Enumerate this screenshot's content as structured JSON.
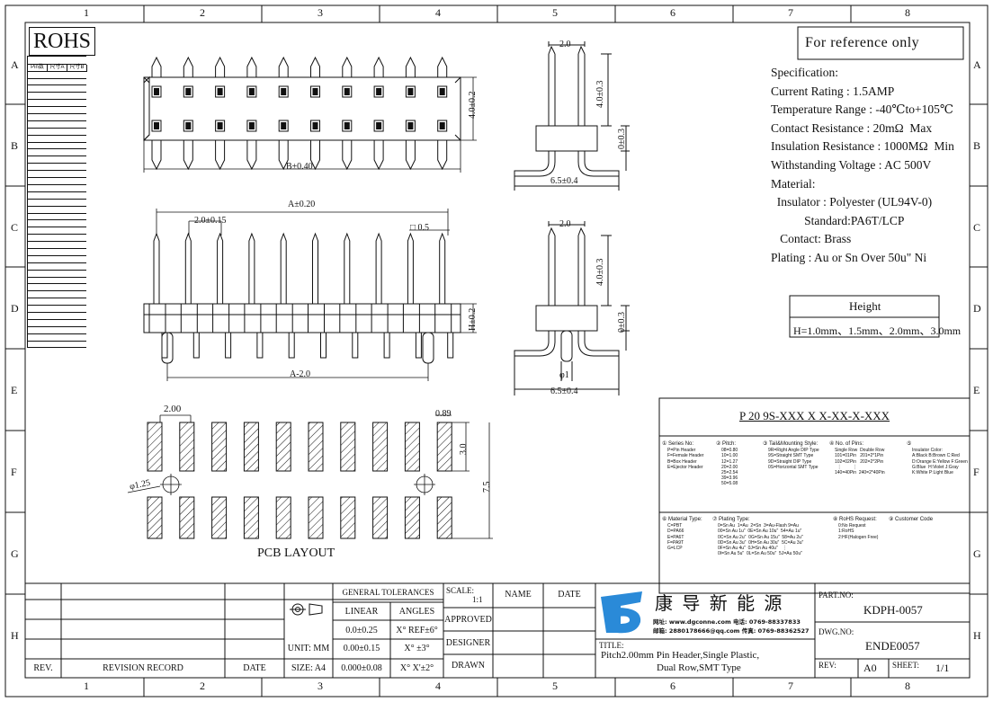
{
  "frame": {
    "col_labels": [
      "1",
      "2",
      "3",
      "4",
      "5",
      "6",
      "7",
      "8"
    ],
    "row_labels": [
      "A",
      "B",
      "C",
      "D",
      "E",
      "F",
      "G",
      "H"
    ]
  },
  "rohs": "ROHS",
  "reference_note": "For reference only",
  "pin_table": {
    "headers": [
      "Pin数",
      "尺寸A",
      "尺寸B"
    ],
    "rows": [
      [
        "2×1",
        "-",
        "2.0"
      ],
      [
        "2×2",
        "2.0",
        "4.0"
      ],
      [
        "2×3",
        "4.0",
        "6.0"
      ],
      [
        "2×4",
        "6.0",
        "8.0"
      ],
      [
        "2×5",
        "8.0",
        "10.0"
      ],
      [
        "2×6",
        "10.0",
        "12.0"
      ],
      [
        "2×7",
        "12.0",
        "14.0"
      ],
      [
        "2×8",
        "14.0",
        "16.0"
      ],
      [
        "2×9",
        "16.0",
        "18.0"
      ],
      [
        "2×10",
        "18.0",
        "20.0"
      ],
      [
        "2×11",
        "20.0",
        "22.0"
      ],
      [
        "2×12",
        "22.0",
        "24.0"
      ],
      [
        "2×13",
        "24.0",
        "26.0"
      ],
      [
        "2×14",
        "26.0",
        "28.0"
      ],
      [
        "2×15",
        "28.0",
        "30.0"
      ],
      [
        "2×16",
        "30.0",
        "32.0"
      ],
      [
        "2×17",
        "32.0",
        "34.0"
      ],
      [
        "2×18",
        "34.0",
        "36.0"
      ],
      [
        "2×19",
        "36.0",
        "38.0"
      ],
      [
        "2×20",
        "38.0",
        "40.0"
      ],
      [
        "2×21",
        "40.0",
        "42.0"
      ],
      [
        "2×22",
        "42.0",
        "44.0"
      ],
      [
        "2×23",
        "44.0",
        "46.0"
      ],
      [
        "2×24",
        "46.0",
        "48.0"
      ],
      [
        "2×25",
        "48.0",
        "50.0"
      ],
      [
        "2×26",
        "50.0",
        "52.0"
      ],
      [
        "2×27",
        "52.0",
        "54.0"
      ],
      [
        "2×28",
        "54.0",
        "56.0"
      ],
      [
        "2×29",
        "56.0",
        "58.0"
      ],
      [
        "2×30",
        "58.0",
        "60.0"
      ],
      [
        "2×31",
        "60.0",
        "62.0"
      ],
      [
        "2×32",
        "62.0",
        "64.0"
      ],
      [
        "2×33",
        "64.0",
        "66.0"
      ],
      [
        "2×34",
        "66.0",
        "68.0"
      ],
      [
        "2×35",
        "68.0",
        "70.0"
      ],
      [
        "2×36",
        "70.0",
        "72.0"
      ],
      [
        "2×37",
        "72.0",
        "74.0"
      ],
      [
        "2×38",
        "74.0",
        "76.0"
      ],
      [
        "2×39",
        "76.0",
        "78.0"
      ],
      [
        "2×40",
        "78.0",
        "80.0"
      ]
    ]
  },
  "spec": {
    "lines": [
      "Specification:",
      "Current Rating : 1.5AMP",
      "Temperature Range : -40℃to+105℃",
      "Contact Resistance : 20mΩ  Max",
      "Insulation Resistance : 1000MΩ  Min",
      "Withstanding Voltage : AC 500V",
      "Material:",
      "  Insulator : Polyester (UL94V-0)",
      "           Standard:PA6T/LCP",
      "   Contact: Brass",
      "Plating : Au or Sn Over 50u\" Ni"
    ]
  },
  "height_box": {
    "title": "Height",
    "values": "H=1.0mm、1.5mm、2.0mm、3.0mm"
  },
  "dims": {
    "top_height": "4.0±0.2",
    "top_width": "B±0.40",
    "side_top_w": "2.0",
    "side_top_h": "4.0±0.3",
    "side_top_d": "0±0.3",
    "side_top_base": "6.5±0.4",
    "front_a": "A±0.20",
    "front_pitch": "2.0±0.15",
    "front_sq": "□ 0.5",
    "front_h": "H±0.2",
    "front_a2": "A-2.0",
    "side_bot_w": "2.0",
    "side_bot_h": "4.0±0.3",
    "side_bot_d": "0±0.3",
    "side_bot_hole": "φ1",
    "side_bot_base": "6.5±0.4",
    "pcb_pitch": "2.00",
    "pcb_w": "0.89",
    "pcb_h": "3.0",
    "pcb_total": "7.5",
    "pcb_hole": "φ1.25",
    "pcb_label": "PCB LAYOUT"
  },
  "part_code": {
    "code": "P  20  9S-XXX X X-XX-X-XXX",
    "legend": [
      {
        "title": "① Series No:",
        "items": [
          "P=Pin Header",
          "F=Female Header",
          "B=Box Header",
          "E=Ejector Header"
        ]
      },
      {
        "title": "② Pitch:",
        "items": [
          "08=0.80",
          "10=1.00",
          "12=1.27",
          "20=2.00",
          "25=2.54",
          "39=3.96",
          "50=5.08"
        ]
      },
      {
        "title": "③ Tail&Mounting Style:",
        "items": [
          "9R=Right Angle DIP Type",
          "9S=Straight SMT Type",
          "9D=Straight DIP Type",
          "0S=Horizontal SMT Type"
        ]
      },
      {
        "title": "④ No. of Pins:",
        "items": [
          "Single Row  Double Row",
          "101=01Pin   201=2*1Pin",
          "102=02Pin   202=2*2Pin",
          "  ⋮         ⋮",
          "140=40Pin  240=2*40Pin"
        ]
      },
      {
        "title": "⑤",
        "items": [
          "Insulator Color:",
          "A:Black B:Brown C:Red",
          "D:Orange E:Yellow F:Green",
          "G:Blue  H:Violet J:Gray",
          "K:White P:Light Blue"
        ]
      }
    ],
    "legend2": [
      {
        "title": "⑥ Material Type:",
        "items": [
          "C=PBT",
          "D=PA66",
          "E=PA6T",
          "F=PA9T",
          "G=LCP"
        ]
      },
      {
        "title": "⑦ Plating Type:",
        "items": [
          "0=Sn Au  1=Au  2=Sn  3=Au-Flash 9=Au",
          "00=Sn Au 1u\"  0E=Sn Au 10u\"  54=Au 1u\"",
          "0C=Sn Au 2u\"  0G=Sn Au 15u\"  58=Au 2u\"",
          "0D=Sn Au 3u\"  0H=Sn Au 30u\"  5C=Au 3u\"",
          "0F=Sn Au 4u\"  0J=Sn Au 40u\"    ⋮",
          "0I=Sn Au 5u\"  0L=Sn Au 50u\"  5J=Au 50u\""
        ]
      },
      {
        "title": "⑧ RoHS Request:",
        "items": [
          "0:No Request",
          "1:RoHS",
          "2:HF(Halogen Free)"
        ]
      },
      {
        "title": "⑨ Customer Code",
        "items": []
      }
    ]
  },
  "title_block": {
    "general_tolerances": "GENERAL TOLERANCES",
    "linear": "LINEAR",
    "angles": "ANGLES",
    "lin1": "0.0±0.25",
    "ang1": "X° REF±6°",
    "lin2": "0.00±0.15",
    "ang2": "X° ±3°",
    "lin3": "0.000±0.08",
    "ang3": "X° X'±2°",
    "unit": "UNIT: MM",
    "size": "SIZE: A4",
    "scale_label": "SCALE:",
    "scale_value": "1:1",
    "approved": "APPROVED",
    "designer": "DESIGNER",
    "drawn": "DRAWN",
    "name": "NAME",
    "date": "DATE",
    "rev": "REV.",
    "revision_record": "REVISION RECORD",
    "rev_date": "DATE",
    "company_cn": "康 导 新 能 源",
    "company_l1": "网址: www.dgconne.com  电话: 0769-88337833",
    "company_l2": "邮箱: 2880178666@qq.com  传真: 0769-88362527",
    "title_label": "TITLE:",
    "title_l1": "Pitch2.00mm Pin Header,Single Plastic,",
    "title_l2": "Dual Row,SMT Type",
    "part_no_label": "PART.NO:",
    "part_no": "KDPH-0057",
    "dwg_no_label": "DWG.NO:",
    "dwg_no": "ENDE0057",
    "rev_label": "REV:",
    "rev_value": "A0",
    "sheet_label": "SHEET:",
    "sheet_value": "1/1"
  }
}
